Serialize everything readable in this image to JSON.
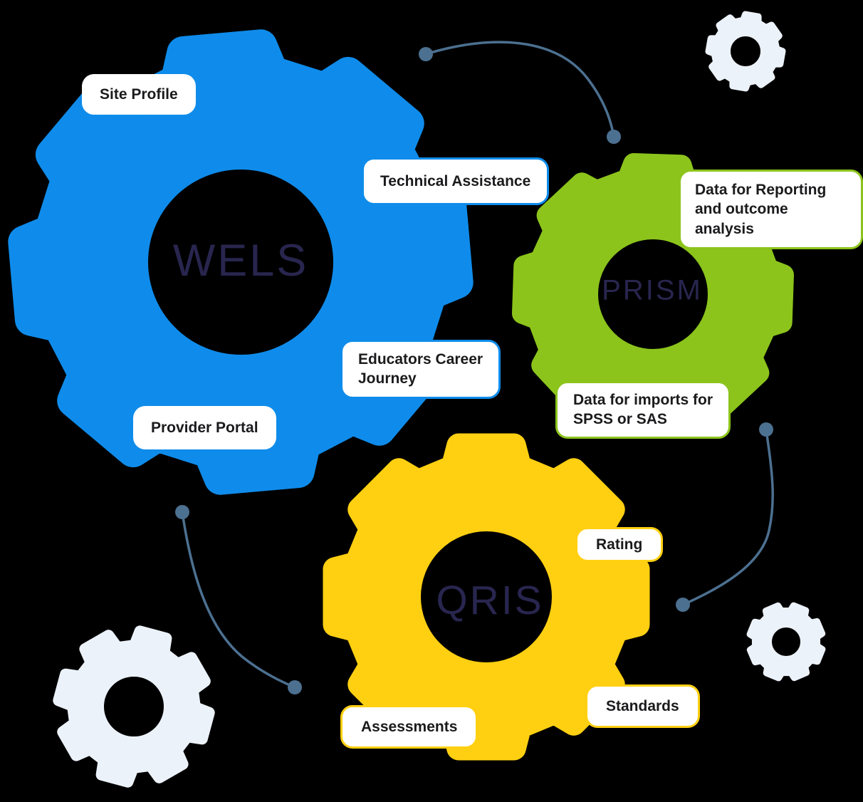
{
  "title": "WELS PRISM QRIS gears diagram",
  "colors": {
    "background": "#000000",
    "blue": "#0f8ceb",
    "green": "#8cc41c",
    "yellow": "#ffd012",
    "light_gear": "#ecf2f9",
    "connector": "#4c7090",
    "gear_text": "#28264f",
    "label_text": "#1b1b1d",
    "label_bg": "#ffffff"
  },
  "gears": {
    "wels": {
      "name": "WELS"
    },
    "prism": {
      "name": "PRISM"
    },
    "qris": {
      "name": "QRIS"
    }
  },
  "labels": {
    "site_profile": {
      "text": "Site Profile"
    },
    "technical_assistance": {
      "text": "Technical Assistance"
    },
    "data_reporting": {
      "text": "Data for Reporting\nand outcome analysis"
    },
    "educators_career": {
      "text": "Educators Career\nJourney"
    },
    "provider_portal": {
      "text": "Provider Portal"
    },
    "data_imports": {
      "text": "Data for imports for\nSPSS or SAS"
    },
    "rating": {
      "text": "Rating"
    },
    "standards": {
      "text": "Standards"
    },
    "assessments": {
      "text": "Assessments"
    }
  }
}
